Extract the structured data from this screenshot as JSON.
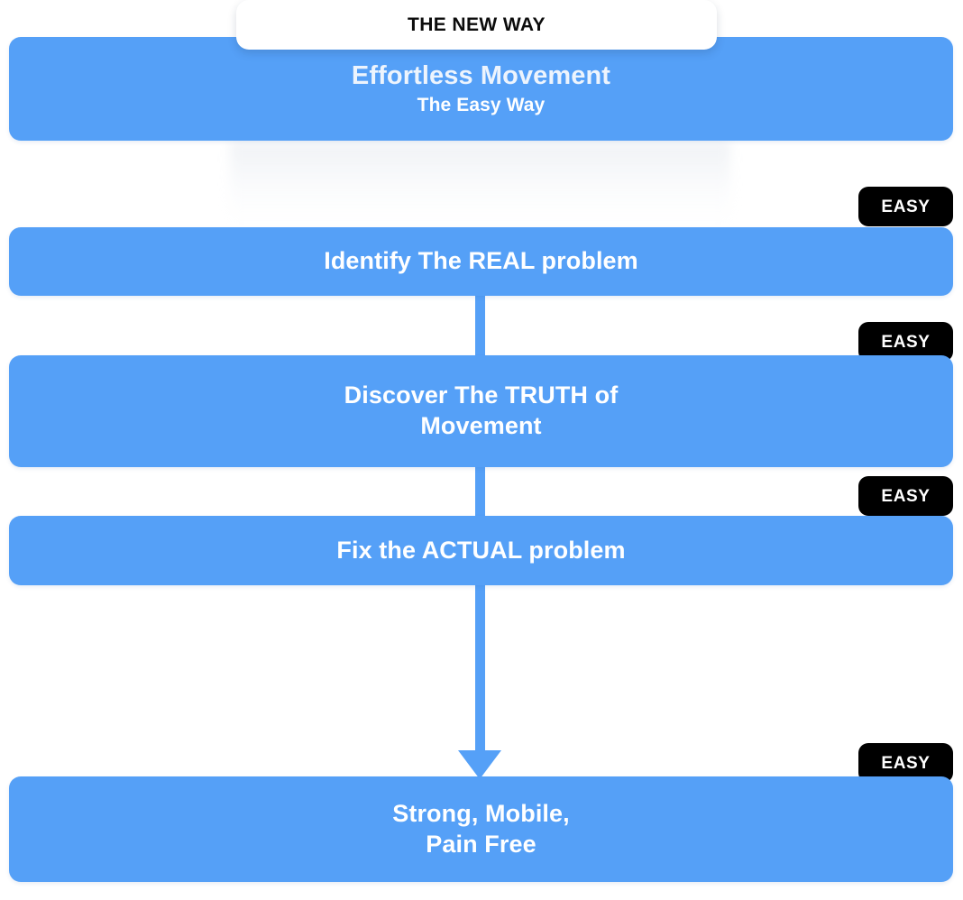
{
  "title_card": {
    "label": "THE NEW WAY"
  },
  "header": {
    "title": "Effortless Movement",
    "subtitle": "The Easy Way"
  },
  "steps": [
    {
      "label": "Identify The REAL problem",
      "badge": "EASY"
    },
    {
      "label": "Discover The TRUTH of\nMovement",
      "line1": "Discover The TRUTH of",
      "line2": "Movement",
      "badge": "EASY"
    },
    {
      "label": "Fix the ACTUAL problem",
      "badge": "EASY"
    },
    {
      "label": "Strong, Mobile,\nPain Free",
      "line1": "Strong, Mobile,",
      "line2": "Pain Free",
      "badge": "EASY"
    }
  ],
  "colors": {
    "accent_blue": "#55a0f7",
    "badge_black": "#000000",
    "card_white": "#ffffff",
    "header_title_text": "#edf4fd"
  }
}
